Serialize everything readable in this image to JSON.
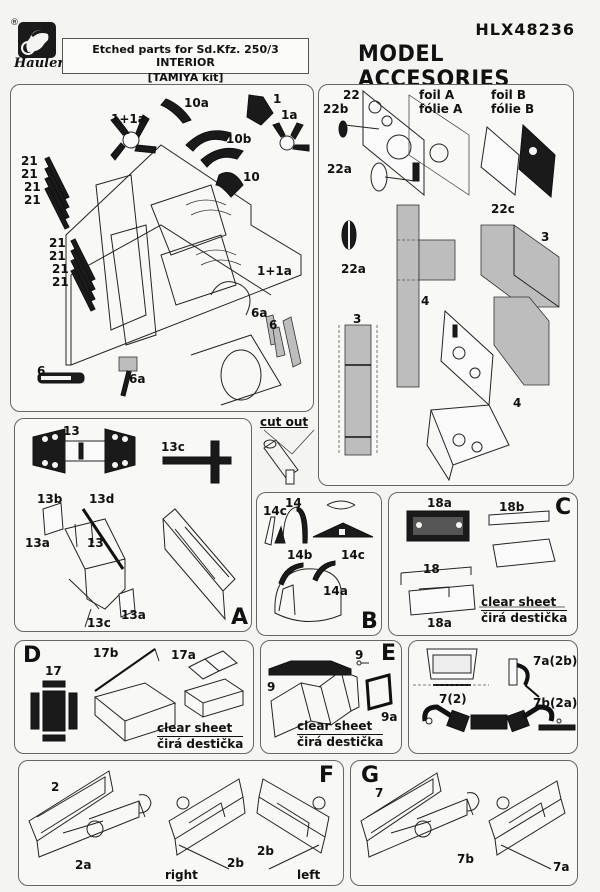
{
  "header": {
    "brand": "Hauler",
    "registered_mark": "®",
    "title_line1": "Etched parts for Sd.Kfz. 250/3 INTERIOR",
    "title_line2": "[TAMIYA kit]",
    "product_code": "HLX48236",
    "category": "MODEL ACCESORIES"
  },
  "panels": {
    "main_interior": {
      "labels": [
        "1+1a",
        "10a",
        "1",
        "1a",
        "10b",
        "10",
        "21",
        "21",
        "21",
        "21",
        "21",
        "21",
        "21",
        "21",
        "1+1a",
        "6a",
        "6",
        "6",
        "6a"
      ]
    },
    "radio": {
      "labels": [
        "22",
        "22b",
        "22a",
        "22a",
        "22c",
        "3",
        "3",
        "4",
        "4"
      ],
      "foil_a": "foil A",
      "folie_a": "fólie A",
      "foil_b": "foil B",
      "folie_b": "fólie B"
    },
    "cut_out": {
      "label": "cut out"
    },
    "A": {
      "letter": "A",
      "labels": [
        "13",
        "13c",
        "13b",
        "13d",
        "13a",
        "13",
        "13a",
        "13c"
      ]
    },
    "B": {
      "letter": "B",
      "labels": [
        "14c",
        "14",
        "14b",
        "14c",
        "14a"
      ]
    },
    "C": {
      "letter": "C",
      "labels": [
        "18a",
        "18b",
        "18",
        "18a"
      ],
      "clear_sheet": "clear sheet",
      "cira_desticka": "čirá destička"
    },
    "D": {
      "letter": "D",
      "labels": [
        "17",
        "17b",
        "17a"
      ],
      "clear_sheet": "clear sheet",
      "cira_desticka": "čirá destička"
    },
    "E": {
      "letter": "E",
      "labels": [
        "9",
        "9",
        "9a"
      ],
      "clear_sheet": "clear sheet",
      "cira_desticka": "čirá destička"
    },
    "periscope": {
      "labels": [
        "7(2)",
        "7a(2b)",
        "7b(2a)"
      ]
    },
    "F": {
      "letter": "F",
      "labels": [
        "2",
        "2a",
        "2b",
        "2b"
      ],
      "right": "right",
      "left": "left"
    },
    "G": {
      "letter": "G",
      "labels": [
        "7",
        "7b",
        "7a"
      ]
    }
  }
}
